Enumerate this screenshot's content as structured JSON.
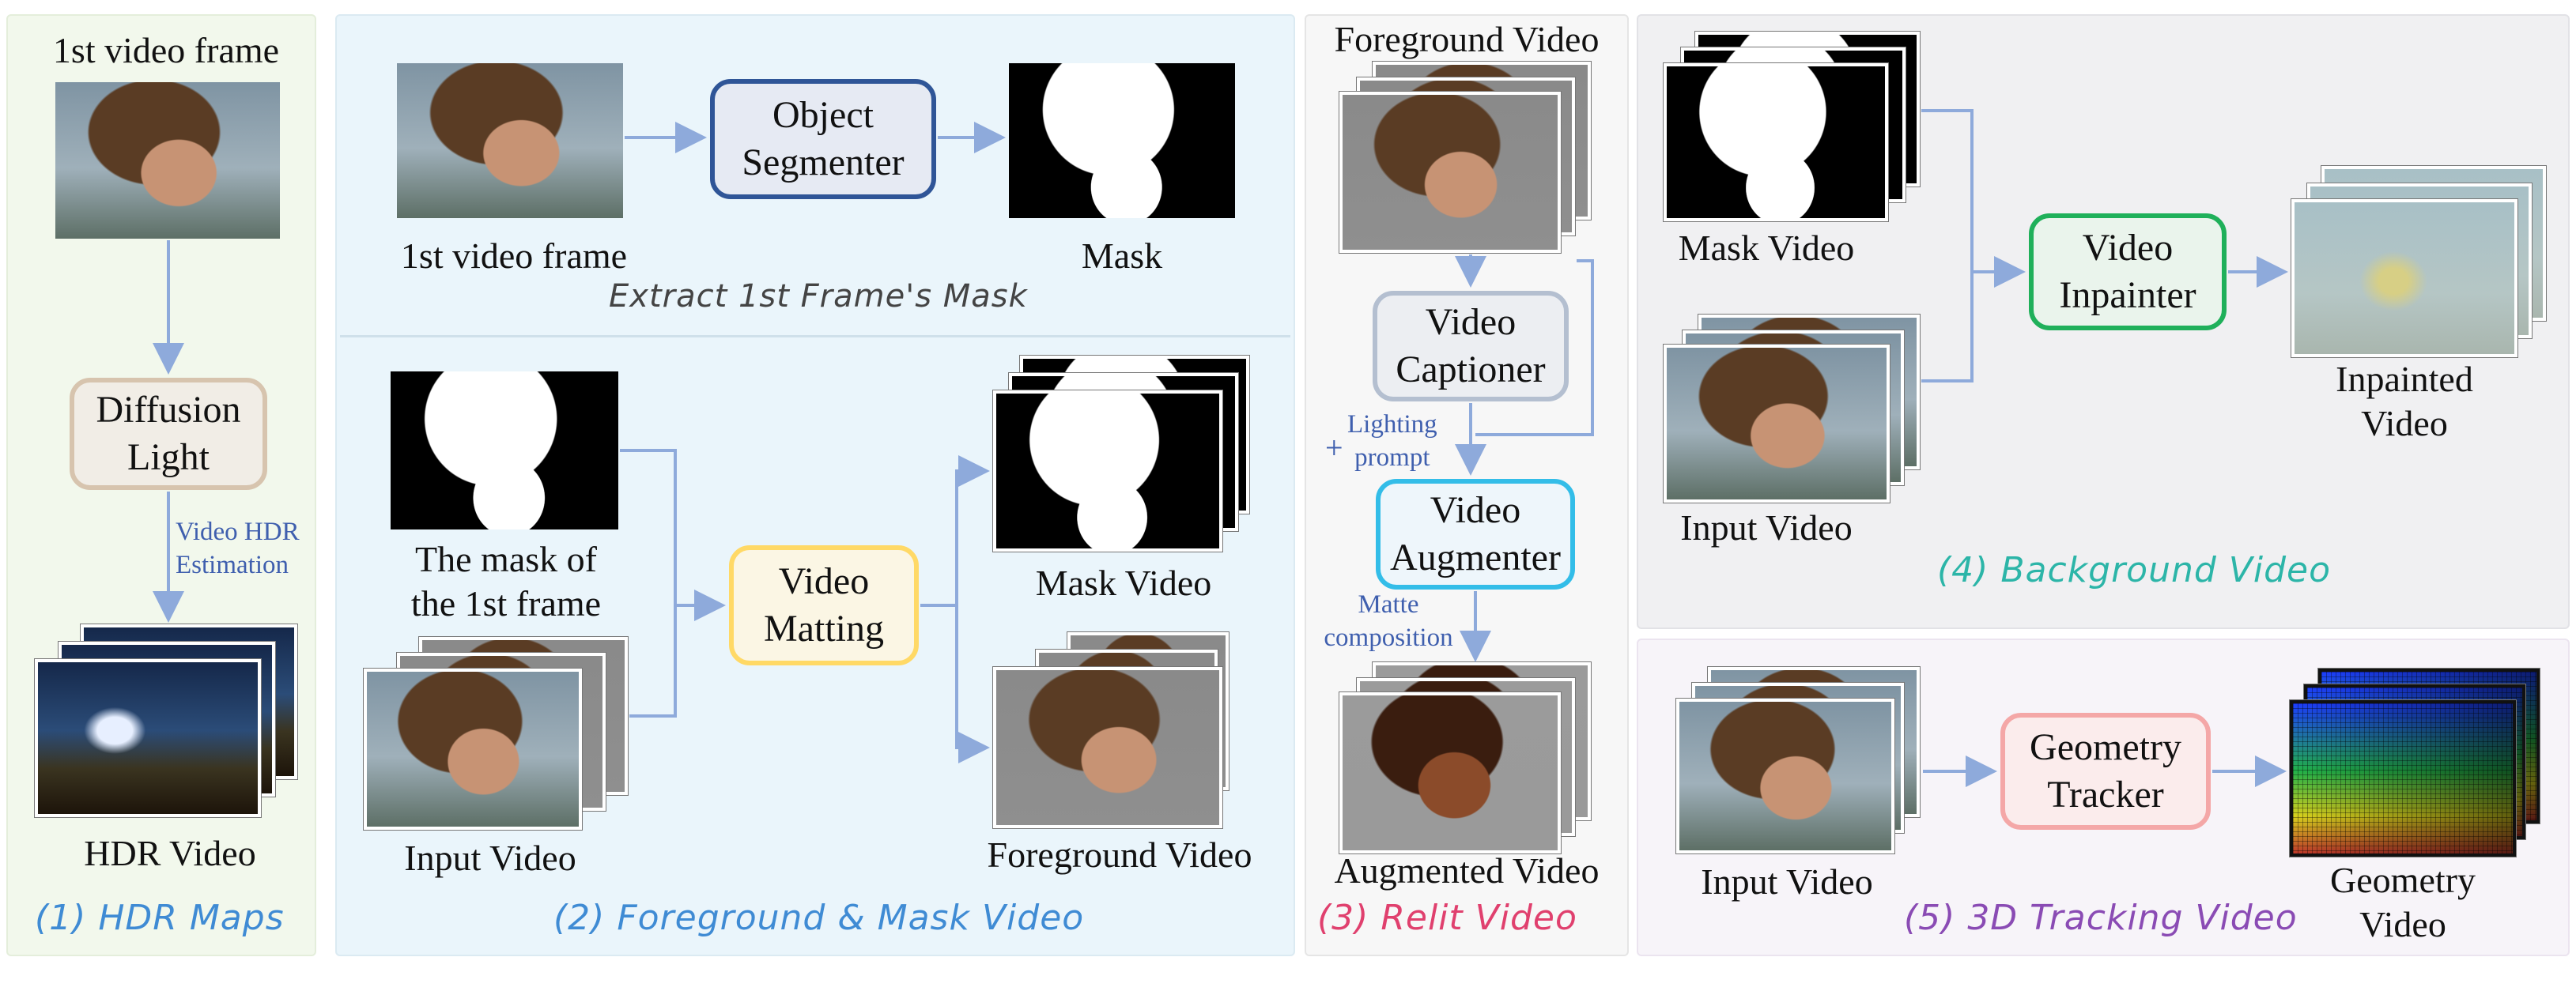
{
  "panels": {
    "hdr": {
      "first_frame_label": "1st video frame",
      "box": {
        "line1": "Diffusion",
        "line2": "Light"
      },
      "edge_label": {
        "line1": "Video HDR",
        "line2": "Estimation"
      },
      "output_label": "HDR Video",
      "caption": "(1) HDR Maps",
      "caption_color": "#3f8bd4"
    },
    "fg_mask": {
      "extract": {
        "first_frame_label": "1st video frame",
        "box": {
          "line1": "Object",
          "line2": "Segmenter"
        },
        "mask_label": "Mask",
        "section_caption": "Extract 1st Frame's Mask"
      },
      "mask_of_first": {
        "line1": "The mask of",
        "line2": "the 1st frame"
      },
      "input_label": "Input Video",
      "box": {
        "line1": "Video",
        "line2": "Matting"
      },
      "mask_video_label": "Mask Video",
      "foreground_label": "Foreground Video",
      "caption": "(2) Foreground & Mask Video",
      "caption_color": "#3f8bd4"
    },
    "relit": {
      "top_label": "Foreground Video",
      "captioner": {
        "line1": "Video",
        "line2": "Captioner"
      },
      "prompt_label": {
        "prefix": "+",
        "line1": "Lighting",
        "line2": "prompt"
      },
      "augmenter": {
        "line1": "Video",
        "line2": "Augmenter"
      },
      "matte_label": {
        "line1": "Matte",
        "line2": "composition"
      },
      "output_label": "Augmented Video",
      "caption": "(3) Relit Video",
      "caption_color": "#e0406e"
    },
    "background": {
      "mask_label": "Mask Video",
      "input_label": "Input Video",
      "box": {
        "line1": "Video",
        "line2": "Inpainter"
      },
      "output_label": {
        "line1": "Inpainted",
        "line2": "Video"
      },
      "caption": "(4) Background Video",
      "caption_color": "#2cb5a8"
    },
    "tracking": {
      "input_label": "Input Video",
      "box": {
        "line1": "Geometry",
        "line2": "Tracker"
      },
      "output_label": {
        "line1": "Geometry",
        "line2": "Video"
      },
      "caption": "(5) 3D Tracking Video",
      "caption_color": "#8a4bb4"
    }
  },
  "colors": {
    "arrow": "#8eaadb",
    "edge_text": "#3f5fae",
    "panel1_bg": "#f2f8ec",
    "panel2_bg": "#eaf5fb",
    "panel3_bg": "#f7f7f7",
    "panel4_bg": "#f0f0f2",
    "panel5_bg": "#f7f4f9",
    "diffusion_border": "#d7c4ae",
    "segmenter_border": "#2f5597",
    "matting_border": "#ffd966",
    "captioner_border": "#b4bfd0",
    "augmenter_border": "#33bde8",
    "inpainter_border": "#1fb05a",
    "tracker_border": "#f4a7a7"
  }
}
